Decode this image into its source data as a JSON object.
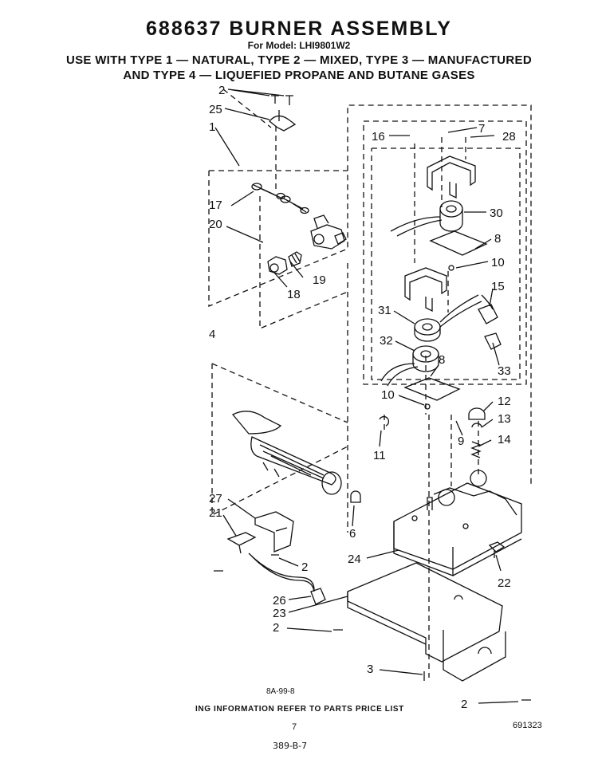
{
  "header": {
    "title": "688637 BURNER ASSEMBLY",
    "model": "For Model: LHI9801W2",
    "use_line_1": "USE WITH TYPE 1 — NATURAL, TYPE 2 — MIXED, TYPE 3 — MANUFACTURED",
    "use_line_2": "AND TYPE 4 — LIQUEFIED PROPANE AND BUTANE GASES"
  },
  "callouts": [
    {
      "id": "2",
      "label": "2"
    },
    {
      "id": "25",
      "label": "25"
    },
    {
      "id": "1",
      "label": "1"
    },
    {
      "id": "17",
      "label": "17"
    },
    {
      "id": "20",
      "label": "20"
    },
    {
      "id": "19",
      "label": "19"
    },
    {
      "id": "18",
      "label": "18"
    },
    {
      "id": "4",
      "label": "4"
    },
    {
      "id": "16",
      "label": "16"
    },
    {
      "id": "7",
      "label": "7"
    },
    {
      "id": "28",
      "label": "28"
    },
    {
      "id": "30",
      "label": "30"
    },
    {
      "id": "8",
      "label": "8"
    },
    {
      "id": "10",
      "label": "10"
    },
    {
      "id": "15",
      "label": "15"
    },
    {
      "id": "31",
      "label": "31"
    },
    {
      "id": "32",
      "label": "32"
    },
    {
      "id": "8b",
      "label": "8"
    },
    {
      "id": "33",
      "label": "33"
    },
    {
      "id": "10b",
      "label": "10"
    },
    {
      "id": "12",
      "label": "12"
    },
    {
      "id": "13",
      "label": "13"
    },
    {
      "id": "9",
      "label": "9"
    },
    {
      "id": "14",
      "label": "14"
    },
    {
      "id": "11",
      "label": "11"
    },
    {
      "id": "27",
      "label": "27"
    },
    {
      "id": "21",
      "label": "21"
    },
    {
      "id": "6",
      "label": "6"
    },
    {
      "id": "2b",
      "label": "2"
    },
    {
      "id": "24",
      "label": "24"
    },
    {
      "id": "22",
      "label": "22"
    },
    {
      "id": "26",
      "label": "26"
    },
    {
      "id": "23",
      "label": "23"
    },
    {
      "id": "2c",
      "label": "2"
    },
    {
      "id": "3",
      "label": "3"
    },
    {
      "id": "2d",
      "label": "2"
    }
  ],
  "footer": {
    "note": "ING INFORMATION REFER TO PARTS PRICE LIST",
    "page_number": "7",
    "drawing_code": "691323",
    "small_code": "8A-99-8",
    "handwritten": "389-B-7"
  }
}
